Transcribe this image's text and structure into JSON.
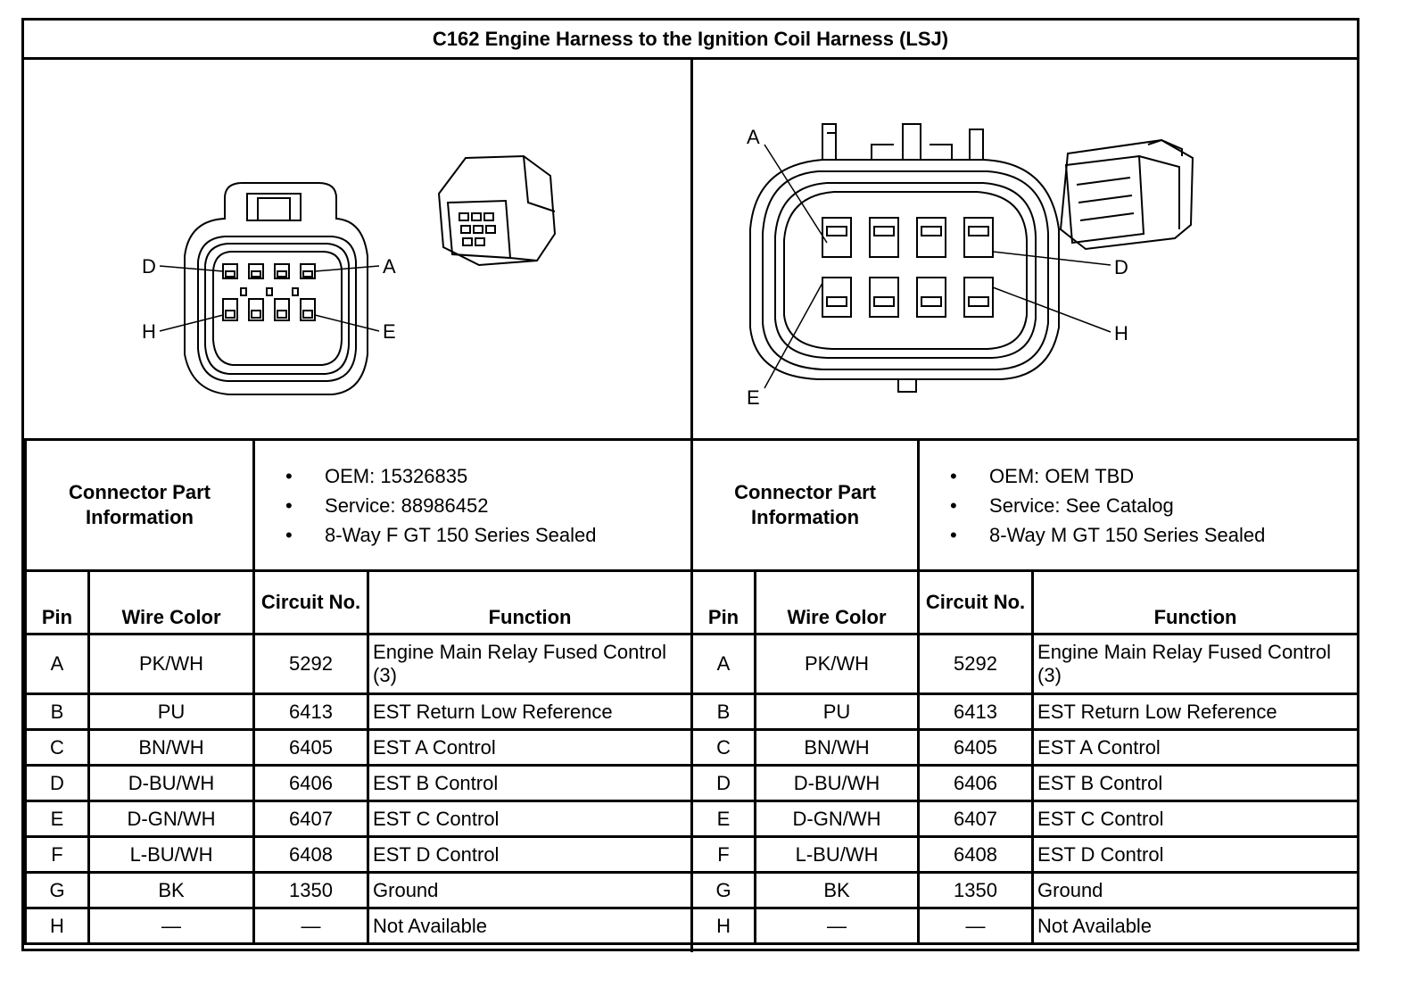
{
  "title": "C162 Engine Harness to the Ignition Coil Harness (LSJ)",
  "connectors": [
    {
      "view_labels": {
        "a": "A",
        "d": "D",
        "e": "E",
        "h": "H"
      },
      "part_info_label": "Connector Part Information",
      "part_info": [
        "OEM: 15326835",
        "Service: 88986452",
        "8-Way F GT 150 Series Sealed"
      ],
      "headers": {
        "pin": "Pin",
        "wire_color": "Wire Color",
        "circuit": "Circuit No.",
        "function": "Function"
      },
      "rows": [
        {
          "pin": "A",
          "wire_color": "PK/WH",
          "circuit": "5292",
          "function": "Engine Main Relay Fused Control (3)"
        },
        {
          "pin": "B",
          "wire_color": "PU",
          "circuit": "6413",
          "function": "EST Return Low Reference"
        },
        {
          "pin": "C",
          "wire_color": "BN/WH",
          "circuit": "6405",
          "function": "EST A Control"
        },
        {
          "pin": "D",
          "wire_color": "D-BU/WH",
          "circuit": "6406",
          "function": "EST B Control"
        },
        {
          "pin": "E",
          "wire_color": "D-GN/WH",
          "circuit": "6407",
          "function": "EST C Control"
        },
        {
          "pin": "F",
          "wire_color": "L-BU/WH",
          "circuit": "6408",
          "function": "EST D Control"
        },
        {
          "pin": "G",
          "wire_color": "BK",
          "circuit": "1350",
          "function": "Ground"
        },
        {
          "pin": "H",
          "wire_color": "—",
          "circuit": "—",
          "function": "Not Available"
        }
      ]
    },
    {
      "view_labels": {
        "a": "A",
        "d": "D",
        "e": "E",
        "h": "H"
      },
      "part_info_label": "Connector Part Information",
      "part_info": [
        "OEM: OEM TBD",
        "Service: See Catalog",
        "8-Way M GT 150 Series Sealed"
      ],
      "headers": {
        "pin": "Pin",
        "wire_color": "Wire Color",
        "circuit": "Circuit No.",
        "function": "Function"
      },
      "rows": [
        {
          "pin": "A",
          "wire_color": "PK/WH",
          "circuit": "5292",
          "function": "Engine Main Relay Fused Control (3)"
        },
        {
          "pin": "B",
          "wire_color": "PU",
          "circuit": "6413",
          "function": "EST Return Low Reference"
        },
        {
          "pin": "C",
          "wire_color": "BN/WH",
          "circuit": "6405",
          "function": "EST A Control"
        },
        {
          "pin": "D",
          "wire_color": "D-BU/WH",
          "circuit": "6406",
          "function": "EST B Control"
        },
        {
          "pin": "E",
          "wire_color": "D-GN/WH",
          "circuit": "6407",
          "function": "EST C Control"
        },
        {
          "pin": "F",
          "wire_color": "L-BU/WH",
          "circuit": "6408",
          "function": "EST D Control"
        },
        {
          "pin": "G",
          "wire_color": "BK",
          "circuit": "1350",
          "function": "Ground"
        },
        {
          "pin": "H",
          "wire_color": "—",
          "circuit": "—",
          "function": "Not Available"
        }
      ]
    }
  ]
}
